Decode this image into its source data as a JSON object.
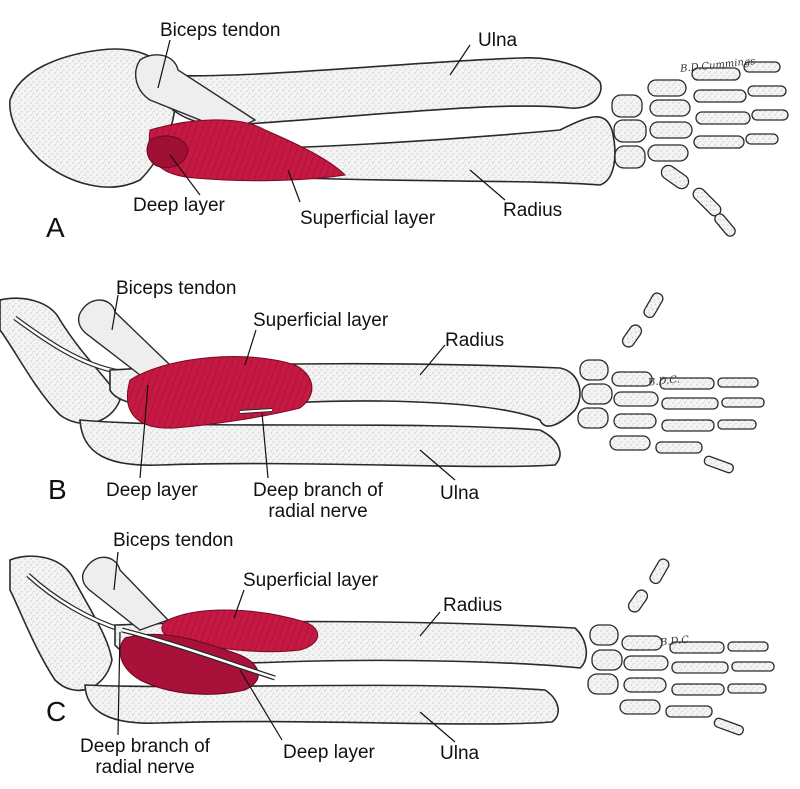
{
  "panels": [
    {
      "letter": "A",
      "labels": {
        "biceps_tendon": "Biceps tendon",
        "ulna": "Ulna",
        "deep_layer": "Deep layer",
        "superficial_layer": "Superficial layer",
        "radius": "Radius"
      },
      "signature": "B.D.Cummings"
    },
    {
      "letter": "B",
      "labels": {
        "biceps_tendon": "Biceps tendon",
        "superficial_layer": "Superficial layer",
        "radius": "Radius",
        "deep_layer": "Deep layer",
        "deep_branch_line1": "Deep branch of",
        "deep_branch_line2": "radial nerve",
        "ulna": "Ulna"
      },
      "signature": "B.D.C."
    },
    {
      "letter": "C",
      "labels": {
        "biceps_tendon": "Biceps tendon",
        "superficial_layer": "Superficial layer",
        "radius": "Radius",
        "deep_branch_line1": "Deep branch of",
        "deep_branch_line2": "radial nerve",
        "deep_layer": "Deep layer",
        "ulna": "Ulna"
      },
      "signature": "B.D.C."
    }
  ],
  "colors": {
    "muscle": "#c0163f",
    "muscle_dark": "#8a0c2a",
    "bone_fill": "#f2f2f2",
    "bone_stroke": "#2a2a2a",
    "leader": "#111111"
  }
}
